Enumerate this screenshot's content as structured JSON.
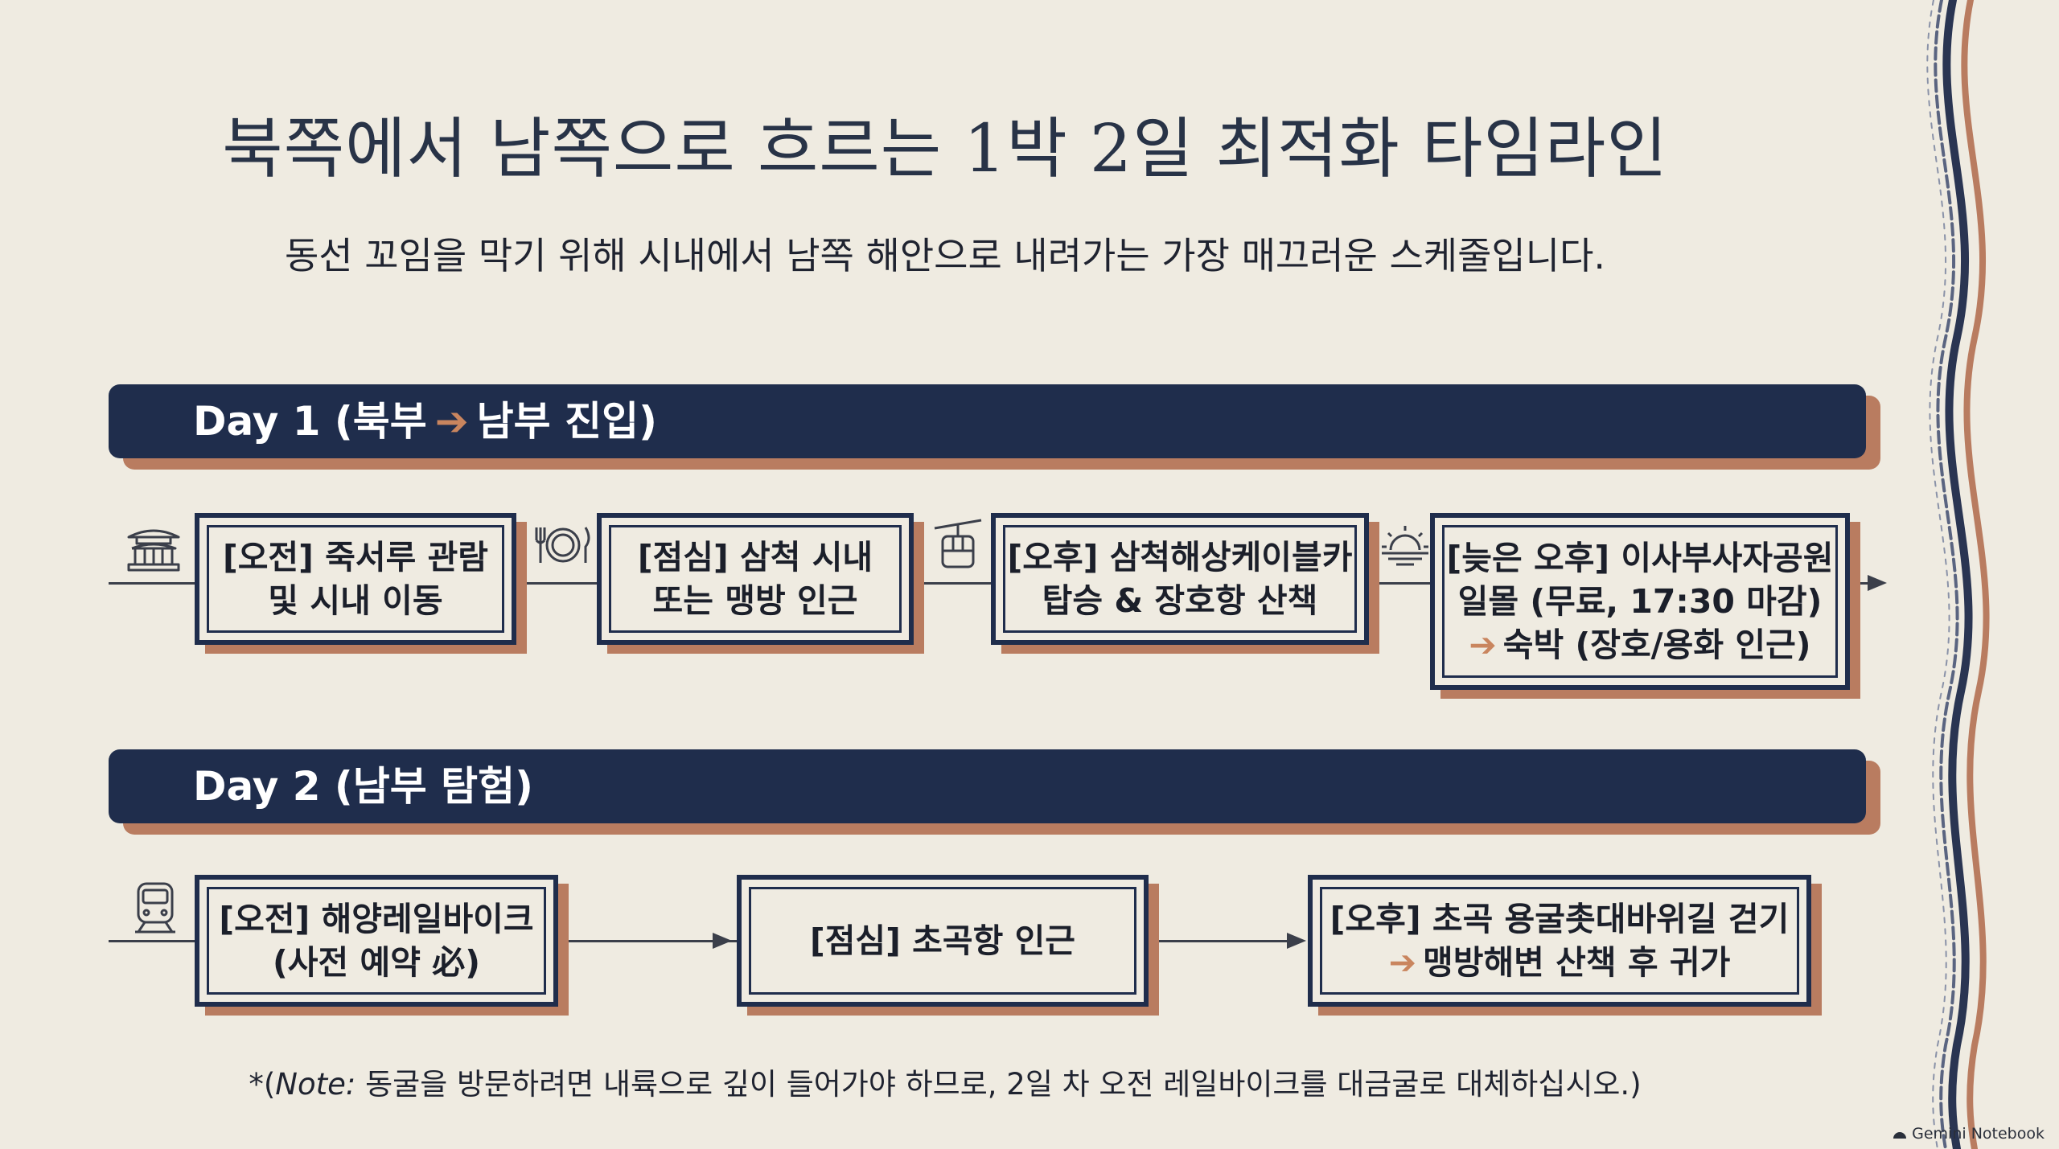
{
  "title": "북쪽에서 남쪽으로 흐르는 1박 2일 최적화 타임라인",
  "subtitle": "동선 꼬임을 막기 위해 시내에서 남쪽 해안으로 내려가는 가장 매끄러운 스케줄입니다.",
  "day1": {
    "label_prefix": "Day 1 (북부",
    "arrow": "➔",
    "label_suffix": "남부 진입)",
    "steps": [
      {
        "icon": "korean-pavilion-icon",
        "lines": [
          "[오전] 죽서루 관람",
          "및 시내 이동"
        ]
      },
      {
        "icon": "fork-plate-knife-icon",
        "lines": [
          "[점심] 삼척 시내",
          "또는 맹방 인근"
        ]
      },
      {
        "icon": "cable-car-icon",
        "lines": [
          "[오후] 삼척해상케이블카",
          "탑승 & 장호항 산책"
        ]
      },
      {
        "icon": "sunset-icon",
        "lines": [
          "[늦은 오후] 이사부사자공원",
          "일몰 (무료, 17:30 마감)"
        ],
        "arrow_line": "숙박 (장호/용화 인근)"
      }
    ]
  },
  "day2": {
    "label": "Day 2 (남부 탐험)",
    "steps": [
      {
        "icon": "train-icon",
        "lines": [
          "[오전] 해양레일바이크",
          "(사전 예약 必)"
        ]
      },
      {
        "lines": [
          "[점심] 초곡항 인근"
        ]
      },
      {
        "lines": [
          "[오후] 초곡 용굴촛대바위길 걷기"
        ],
        "arrow_line": "맹방해변 산책 후 귀가"
      }
    ]
  },
  "note": {
    "prefix": "*(",
    "italic": "Note:",
    "text": " 동굴을 방문하려면 내륙으로 깊이 들어가야 하므로, 2일 차 오전 레일바이크를 대금굴로 대체하십시오.)"
  },
  "watermark": "Gemini Notebook",
  "colors": {
    "navy": "#1f2d4c",
    "shadow": "#b97c60",
    "background": "#efebe1",
    "accent_arrow": "#c9855e"
  }
}
